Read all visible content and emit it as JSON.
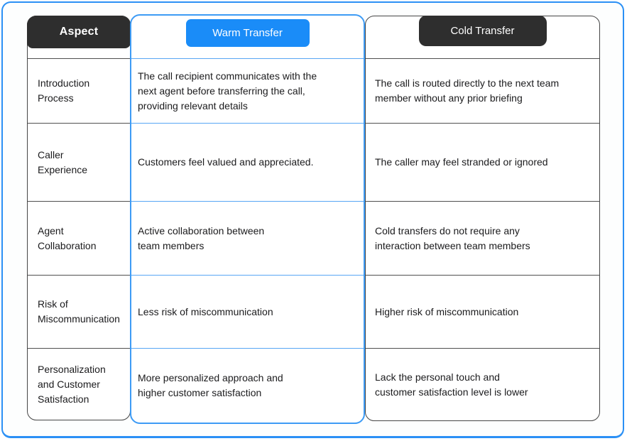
{
  "colors": {
    "accent_blue": "#1a8cf8",
    "warm_border_blue": "#3d9bf5",
    "warm_line_blue": "#58a6f4",
    "dark_header": "#2e2e2e",
    "gray_line": "#4f4f4f",
    "outer_border_blue": "#2b90f5",
    "text": "#1b1b1d"
  },
  "table": {
    "headers": {
      "aspect": "Aspect",
      "warm": "Warm Transfer",
      "cold": "Cold Transfer"
    },
    "rows": [
      {
        "aspect": "Introduction\nProcess",
        "warm": "The call recipient communicates with the\nnext agent before transferring the call,\nproviding relevant details",
        "cold": "The call is routed directly to the next team\nmember without any prior briefing"
      },
      {
        "aspect": "Caller\nExperience",
        "warm": "Customers feel valued and appreciated.",
        "cold": "The caller may feel stranded or ignored"
      },
      {
        "aspect": "Agent\nCollaboration",
        "warm": "Active collaboration between\nteam members",
        "cold": "Cold transfers do not require any\ninteraction between team members"
      },
      {
        "aspect": "Risk of\nMiscommunication",
        "warm": "Less risk of miscommunication",
        "cold": "Higher risk of miscommunication"
      },
      {
        "aspect": "Personalization\nand Customer\nSatisfaction",
        "warm": "More personalized approach and\nhigher customer satisfaction",
        "cold": "Lack the personal touch and\ncustomer satisfaction level is lower"
      }
    ]
  }
}
